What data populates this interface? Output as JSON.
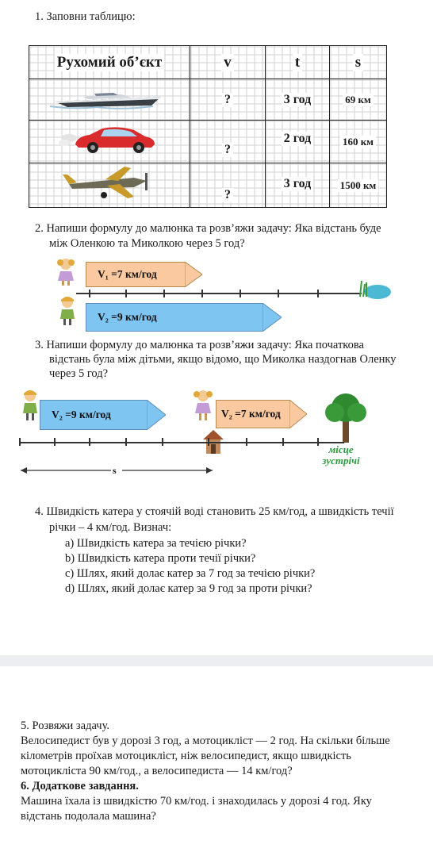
{
  "task1": {
    "title": "1. Заповни таблицю:",
    "headers": [
      "Рухомий об’єкт",
      "v",
      "t",
      "s"
    ],
    "rows": [
      {
        "object": "boat",
        "v": "?",
        "t": "3 год",
        "s": "69 км"
      },
      {
        "object": "car",
        "v": "?",
        "t": "2 год",
        "s": "160 км"
      },
      {
        "object": "plane",
        "v": "?",
        "t": "3 год",
        "s": "1500 км"
      }
    ]
  },
  "task2": {
    "line1": "2. Напиши формулу до малюнка та розв’яжи задачу: Яка відстань буде",
    "line2": "між Оленкою та Миколкою через 5 год?",
    "arrow1": "V₁ =7 км/год",
    "arrow2": "V₂ =9 км/год"
  },
  "task3": {
    "line1": "3. Напиши формулу до малюнка та розв’яжи задачу: Яка початкова",
    "line2": "відстань була між дітьми, якщо відомо, що  Миколка наздогнав Оленку",
    "line3": "через 5 год?",
    "arrow1": "V₂ =9 км/год",
    "arrow2": "V₂ =7 км/год",
    "distance": "s",
    "meeting1": "місце",
    "meeting2": "зустрічі"
  },
  "task4": {
    "line1": "4. Швидкість катера у стоячій воді становить 25 км/год, а швидкість течії",
    "line2": "річки – 4 км/год. Визнач:",
    "items": [
      "a)  Швидкість катера за течією річки?",
      "b)  Швидкість катера проти течії річки?",
      "c)  Шлях, який долає катер за 7 год за течією річки?",
      "d)  Шлях, який долає катер за 9 год за проти річки?"
    ]
  },
  "task5": {
    "title": "5.  Розвяжи задачу.",
    "line1": "Велосипедист був у дорозі 3 год, а мотоцикліст — 2 год. На скільки більше",
    "line2": "кілометрів проїхав мотоцикліст, ніж велосипедист, якщо швидкість",
    "line3": "мотоцикліста 90 км/год., а велосипедиста — 14 км/год?"
  },
  "task6": {
    "title": "6. Додаткове завдання.",
    "line1": "Машина їхала із швидкістю 70 км/год. і знаходилась у дорозі 4 год. Яку",
    "line2": "відстань подолала машина?"
  },
  "colors": {
    "orange_arrow": "#fbc9a0",
    "blue_arrow": "#7ec5f2",
    "meeting_text": "#2e9a3e"
  }
}
